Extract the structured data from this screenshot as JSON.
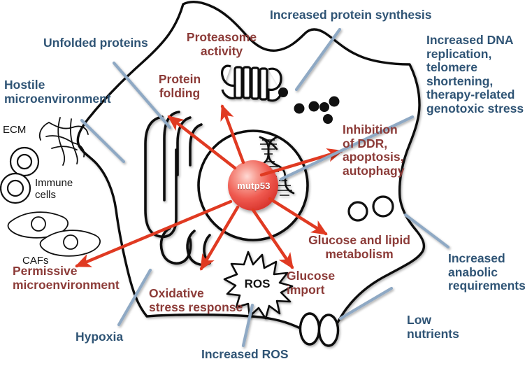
{
  "figure": {
    "type": "cell-signaling-diagram",
    "subject": "mutp53",
    "center_node": "mutp53",
    "background_color": "#ffffff",
    "external_label_color": "#2f5475",
    "internal_label_color": "#8c3b38",
    "arrow_color": "#e03a22",
    "connector_color": "#8fa9c4",
    "outline_color": "#000000",
    "nucleus_fill": "#ef4b4b"
  },
  "center": {
    "label": "mutp53"
  },
  "organelles": {
    "ros_label": "ROS",
    "ecm_label": "ECM",
    "immune_label": "Immune\ncells",
    "cafs_label": "CAFs"
  },
  "external_labels": [
    {
      "id": "unfolded-proteins",
      "text": "Unfolded proteins"
    },
    {
      "id": "hostile-microenvironment",
      "text": "Hostile\nmicroenvironment"
    },
    {
      "id": "increased-protein-synthesis",
      "text": "Increased protein synthesis"
    },
    {
      "id": "increased-dna-replication",
      "text": "Increased DNA\nreplication,\ntelomere\nshortening,\ntherapy-related\ngenotoxic stress"
    },
    {
      "id": "increased-anabolic-requirements",
      "text": "Increased\nanabolic\nrequirements"
    },
    {
      "id": "low-nutrients",
      "text": "Low\nnutrients"
    },
    {
      "id": "increased-ros",
      "text": "Increased ROS"
    },
    {
      "id": "hypoxia",
      "text": "Hypoxia"
    }
  ],
  "internal_labels": [
    {
      "id": "proteasome-activity",
      "text": "Proteasome\nactivity"
    },
    {
      "id": "protein-folding",
      "text": "Protein\nfolding"
    },
    {
      "id": "inhibition-of-ddr",
      "text": "Inhibition\nof DDR,\napoptosis,\nautophagy"
    },
    {
      "id": "glucose-and-lipid-metabolism",
      "text": "Glucose and lipid\nmetabolism"
    },
    {
      "id": "glucose-import",
      "text": "Glucose\nimport"
    },
    {
      "id": "oxidative-stress-response",
      "text": "Oxidative\nstress response"
    },
    {
      "id": "permissive-microenvironment",
      "text": "Permissive\nmicroenvironment"
    }
  ],
  "arrows": [
    {
      "from": "mutp53",
      "to": "protein-folding"
    },
    {
      "from": "mutp53",
      "to": "proteasome-activity"
    },
    {
      "from": "mutp53",
      "to": "inhibition-of-ddr"
    },
    {
      "from": "mutp53",
      "to": "glucose-and-lipid-metabolism"
    },
    {
      "from": "mutp53",
      "to": "glucose-import"
    },
    {
      "from": "mutp53",
      "to": "oxidative-stress-response"
    },
    {
      "from": "mutp53",
      "to": "permissive-microenvironment"
    }
  ],
  "connectors": [
    {
      "label": "unfolded-proteins"
    },
    {
      "label": "hostile-microenvironment"
    },
    {
      "label": "increased-protein-synthesis"
    },
    {
      "label": "increased-dna-replication"
    },
    {
      "label": "increased-anabolic-requirements"
    },
    {
      "label": "low-nutrients"
    },
    {
      "label": "increased-ros"
    },
    {
      "label": "hypoxia"
    }
  ]
}
